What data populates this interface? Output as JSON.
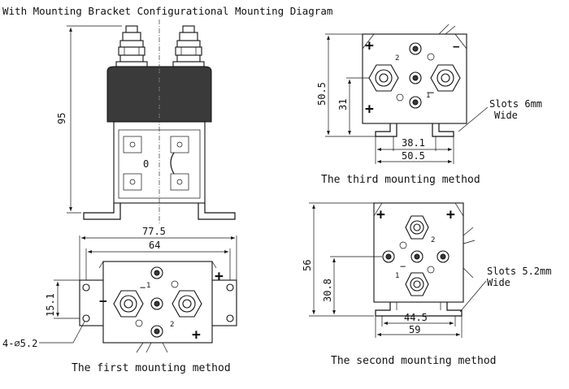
{
  "title": "With Mounting Bracket Configurational Mounting Diagram",
  "front_view": {
    "height_dim": "95",
    "labels": {
      "switch_label": "0"
    }
  },
  "first_method": {
    "caption": "The first mounting method",
    "width_overall": "77.5",
    "width_inner": "64",
    "height_dim": "15.1",
    "hole_callout": "4-∅5.2",
    "terminal_labels": [
      "1",
      "2"
    ]
  },
  "third_method": {
    "caption": "The third mounting method",
    "height_overall": "50.5",
    "height_inner": "31",
    "width_inner": "38.1",
    "width_overall": "50.5",
    "slots_note": [
      "Slots 6mm",
      "Wide"
    ],
    "terminal_labels": [
      "2",
      "1"
    ]
  },
  "second_method": {
    "caption": "The second mounting method",
    "height_overall": "56",
    "height_inner": "30.8",
    "width_inner": "44.5",
    "width_overall": "59",
    "slots_note": [
      "Slots 5.2mm",
      "Wide"
    ],
    "terminal_labels": [
      "2",
      "1"
    ]
  }
}
